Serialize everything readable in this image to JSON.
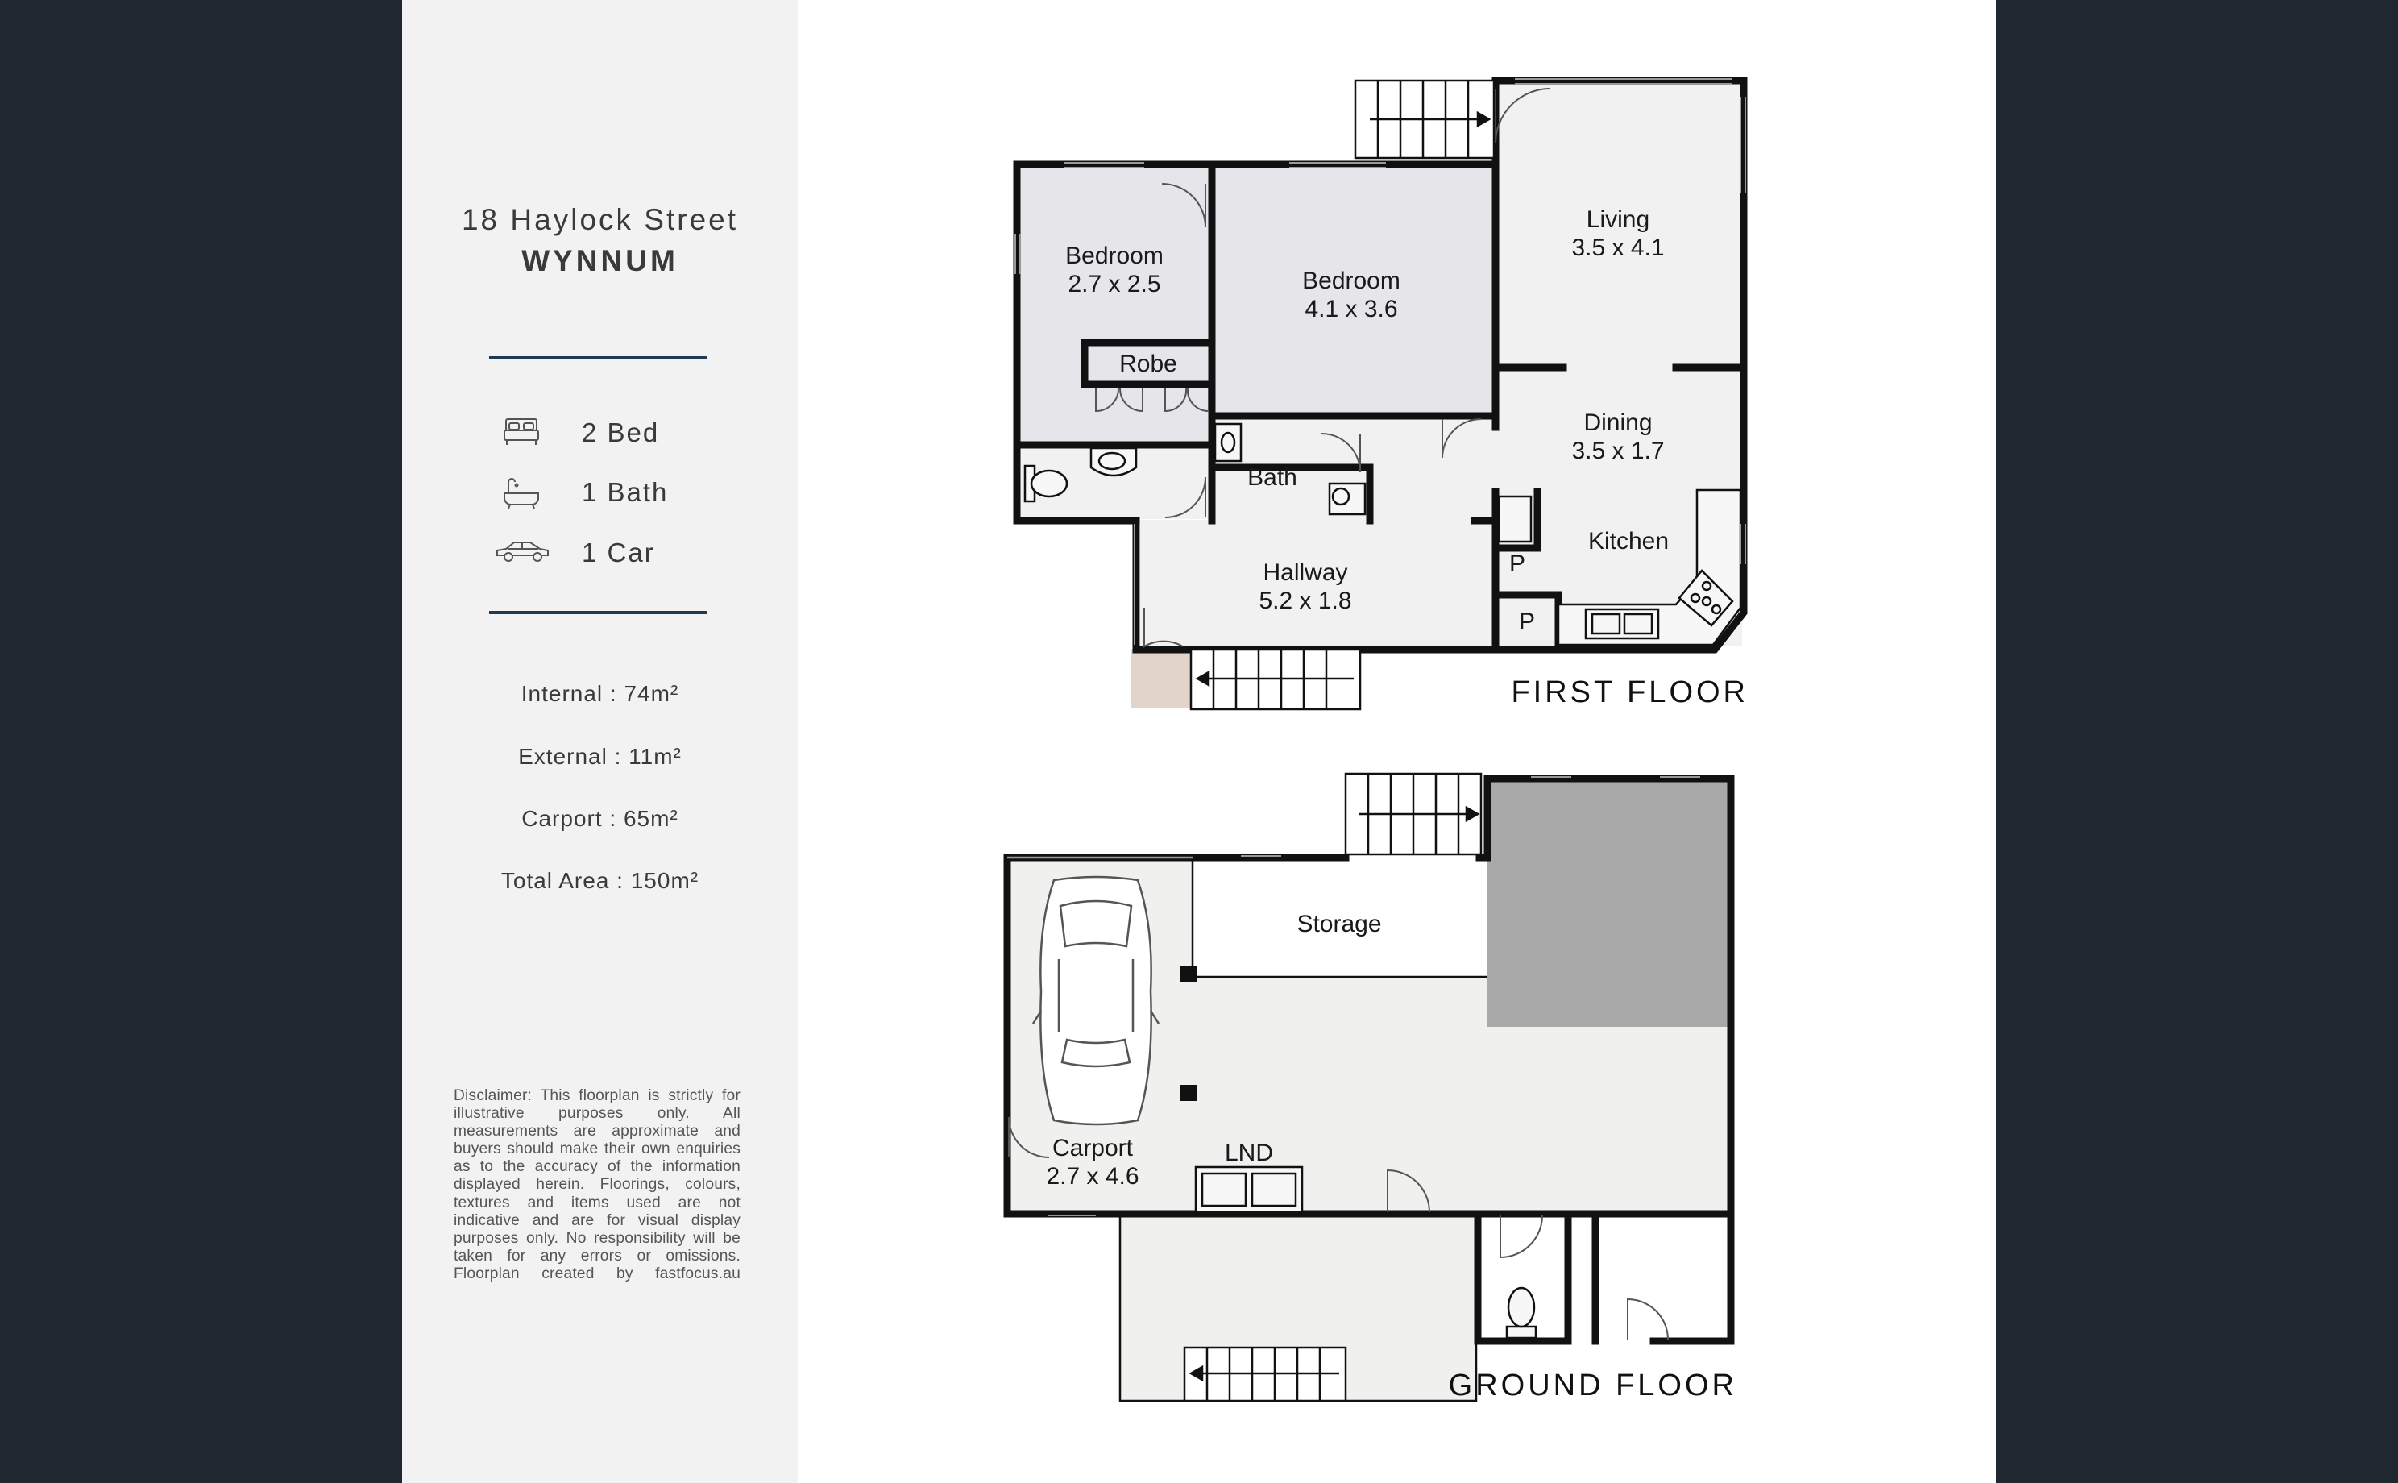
{
  "property": {
    "street": "18 Haylock Street",
    "suburb": "WYNNUM"
  },
  "features": [
    {
      "icon": "bed-icon",
      "label": "2 Bed"
    },
    {
      "icon": "bathtub-icon",
      "label": "1 Bath"
    },
    {
      "icon": "car-icon",
      "label": "1 Car"
    }
  ],
  "areas": [
    {
      "label": "Internal : 74m²"
    },
    {
      "label": "External : 11m²"
    },
    {
      "label": "Carport : 65m²"
    },
    {
      "label": "Total Area : 150m²"
    }
  ],
  "disclaimer": "Disclaimer: This floorplan is strictly for illustrative purposes only. All measurements are approximate and buyers should make their own enquiries as to the accuracy of the information displayed herein. Floorings, colours, textures and items used are not indicative and are for visual display purposes only. No responsibility will be taken for any errors or omissions. Floorplan created by fastfocus.au",
  "first_floor": {
    "title": "FIRST FLOOR",
    "rooms": {
      "bedroom1": {
        "name": "Bedroom",
        "size": "2.7 x 2.5"
      },
      "bedroom2": {
        "name": "Bedroom",
        "size": "4.1 x 3.6"
      },
      "living": {
        "name": "Living",
        "size": "3.5 x 4.1"
      },
      "dining": {
        "name": "Dining",
        "size": "3.5 x 1.7"
      },
      "hallway": {
        "name": "Hallway",
        "size": "5.2 x 1.8"
      },
      "robe": {
        "name": "Robe"
      },
      "bath": {
        "name": "Bath"
      },
      "kitchen": {
        "name": "Kitchen"
      },
      "pantry1": {
        "name": "P"
      },
      "pantry2": {
        "name": "P"
      }
    }
  },
  "ground_floor": {
    "title": "GROUND FLOOR",
    "rooms": {
      "storage": {
        "name": "Storage"
      },
      "carport": {
        "name": "Carport",
        "size": "2.7 x 4.6"
      },
      "laundry": {
        "name": "LND"
      }
    }
  },
  "colors": {
    "background": "#1f2831",
    "sidebar": "#f2f2f2",
    "accent_rule": "#1f3a52",
    "bedroom_fill": "#e6e6ea",
    "floor_fill": "#f1f1f1",
    "carport_fill": "#f0f1ee",
    "shaded_area": "#a9a9a9",
    "deck_fill": "#e2d4cb"
  }
}
